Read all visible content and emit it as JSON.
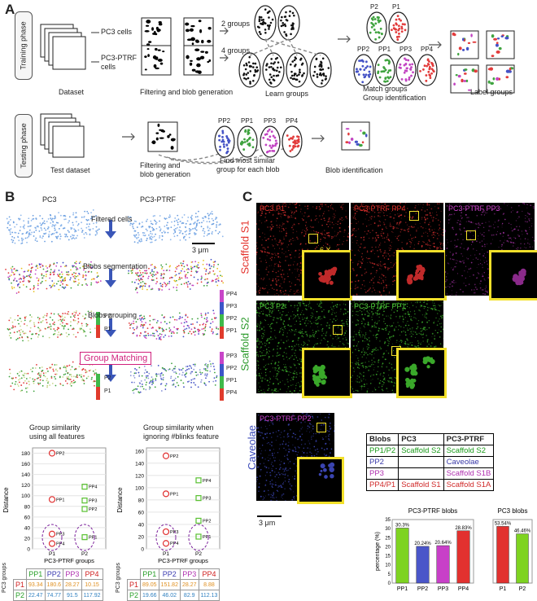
{
  "panel_a": {
    "letter": "A",
    "training_phase": "Training phase",
    "testing_phase": "Testing phase",
    "pc3_cells": "PC3 cells",
    "pc3_ptrf_cells": "PC3-PTRF",
    "pc3_ptrf_cells_2": "cells",
    "two_groups": "2 groups",
    "four_groups": "4 groups",
    "dataset": "Dataset",
    "filtering_blob": "Filtering and blob generation",
    "learn_groups": "Learn groups",
    "match_groups": "Match groups",
    "group_identification": "Group identification",
    "label_groups": "Label groups",
    "test_dataset": "Test dataset",
    "filtering_and": "Filtering and",
    "blob_generation": "blob generation",
    "find_most": "Find most similar",
    "group_each": "group for each blob",
    "blob_identification": "Blob identification",
    "pc3_groups": [
      "P2",
      "P1"
    ],
    "ptrf_groups": [
      "PP2",
      "PP1",
      "PP3",
      "PP4"
    ],
    "test_groups": [
      "PP2",
      "PP1",
      "PP3",
      "PP4"
    ]
  },
  "panel_b": {
    "letter": "B",
    "pc3": "PC3",
    "pc3_ptrf": "PC3-PTRF",
    "filtered_cells": "Filtered cells",
    "scale": "3 μm",
    "blobs_segmentation": "Blobs segmentation",
    "blobs_grouping": "Blobs grouping",
    "group_matching": "Group Matching",
    "bar_left_grouping": [
      "P2",
      "P1"
    ],
    "bar_right_grouping": [
      "PP4",
      "PP3",
      "PP2",
      "PP1"
    ],
    "bar_left_matching": [
      "P2",
      "P1"
    ],
    "bar_right_matching": [
      "PP3",
      "PP2",
      "PP1",
      "PP4"
    ]
  },
  "similarity_left": {
    "title1": "Group similarity",
    "title2": "using all features",
    "ylabel": "Distance",
    "xlabel": "PC3-PTRF groups",
    "yticks": [
      "0",
      "20",
      "40",
      "60",
      "80",
      "100",
      "120",
      "140",
      "160",
      "180"
    ],
    "xticks": [
      "P1",
      "P2"
    ],
    "points": [
      {
        "label": "PP2",
        "y": 180,
        "col": 0
      },
      {
        "label": "PP1",
        "y": 93,
        "col": 0
      },
      {
        "label": "PP3",
        "y": 28,
        "col": 0
      },
      {
        "label": "PP4",
        "y": 10,
        "col": 0
      },
      {
        "label": "PP4",
        "y": 117,
        "col": 1
      },
      {
        "label": "PP3",
        "y": 91,
        "col": 1
      },
      {
        "label": "PP2",
        "y": 75,
        "col": 1
      },
      {
        "label": "PP1",
        "y": 22,
        "col": 1
      }
    ],
    "table": {
      "side": "PC3 groups",
      "cols": [
        "PP1",
        "PP2",
        "PP3",
        "PP4"
      ],
      "rows": [
        {
          "name": "P1",
          "vals": [
            "93.34",
            "180.6",
            "28.27",
            "10.15"
          ]
        },
        {
          "name": "P2",
          "vals": [
            "22.47",
            "74.77",
            "91.5",
            "117.92"
          ]
        }
      ]
    }
  },
  "similarity_right": {
    "title1": "Group similarity when",
    "title2": "ignoring #blinks feature",
    "ylabel": "Distance",
    "xlabel": "PC3-PTRF groups",
    "yticks": [
      "0",
      "20",
      "40",
      "60",
      "80",
      "100",
      "120",
      "140",
      "160"
    ],
    "xticks": [
      "P1",
      "P2"
    ],
    "points": [
      {
        "label": "PP2",
        "y": 152,
        "col": 0
      },
      {
        "label": "PP1",
        "y": 90,
        "col": 0
      },
      {
        "label": "PP3",
        "y": 28,
        "col": 0
      },
      {
        "label": "PP4",
        "y": 9,
        "col": 0
      },
      {
        "label": "PP4",
        "y": 112,
        "col": 1
      },
      {
        "label": "PP3",
        "y": 83,
        "col": 1
      },
      {
        "label": "PP2",
        "y": 46,
        "col": 1
      },
      {
        "label": "PP1",
        "y": 20,
        "col": 1
      }
    ],
    "table": {
      "side": "PC3 groups",
      "cols": [
        "PP1",
        "PP2",
        "PP3",
        "PP4"
      ],
      "rows": [
        {
          "name": "P1",
          "vals": [
            "89.05",
            "151.82",
            "28.27",
            "8.88"
          ]
        },
        {
          "name": "P2",
          "vals": [
            "19.66",
            "46.02",
            "82.9",
            "112.13"
          ]
        }
      ]
    }
  },
  "panel_c": {
    "letter": "C",
    "row1_titles": [
      "PC3 P1",
      "PC3-PTRF PP4",
      "PC3-PTRF PP3"
    ],
    "row2_titles": [
      "PC3 P2",
      "PC3-PTRF PP1"
    ],
    "row3_titles": [
      "PC3-PTRF PP2"
    ],
    "side_s1": "Scaffold S1",
    "side_s2": "Scaffold S2",
    "side_cav": "Caveolae",
    "zoom": "6 X",
    "scale": "3 μm",
    "colors": {
      "red": "#e4312b",
      "green": "#4fcf3b",
      "purple": "#c840c8",
      "blue": "#5060d8",
      "yellow": "#f2e02a"
    }
  },
  "blob_table": {
    "header": [
      "Blobs",
      "PC3",
      "PC3-PTRF"
    ],
    "rows": [
      {
        "c1": "PP1/P2",
        "c2": "Scaffold S2",
        "c3": "Scaffold S2",
        "color": "#1a9a1a"
      },
      {
        "c1": "PP2",
        "c2": "",
        "c3": "Caveolae",
        "color": "#3a3aa8"
      },
      {
        "c1": "PP3",
        "c2": "",
        "c3": "Scaffold S1B",
        "color": "#b030b0"
      },
      {
        "c1": "PP4/P1",
        "c2": "Scaffold S1",
        "c3": "Scaffold S1A",
        "color": "#d02a2a"
      }
    ]
  },
  "chart_data": [
    {
      "type": "bar",
      "title": "PC3-PTRF blobs",
      "ylabel": "percentage (%)",
      "categories": [
        "PP1",
        "PP2",
        "PP3",
        "PP4"
      ],
      "values": [
        30.3,
        20.24,
        20.64,
        28.83
      ],
      "value_labels": [
        "30.3%",
        "20.24%",
        "20.64%",
        "28.83%"
      ],
      "colors": [
        "#7ed321",
        "#4a56c9",
        "#c840c8",
        "#e2312f"
      ],
      "yticks": [
        "0",
        "5",
        "10",
        "15",
        "20",
        "25",
        "30",
        "35"
      ],
      "ylim": [
        0,
        35
      ]
    },
    {
      "type": "bar",
      "title": "PC3 blobs",
      "categories": [
        "P1",
        "P2"
      ],
      "values": [
        53.54,
        46.46
      ],
      "value_labels": [
        "53.54%",
        "46.46%"
      ],
      "colors": [
        "#e2312f",
        "#7ed321"
      ],
      "yticks": [],
      "ylim": [
        0,
        60
      ]
    }
  ]
}
